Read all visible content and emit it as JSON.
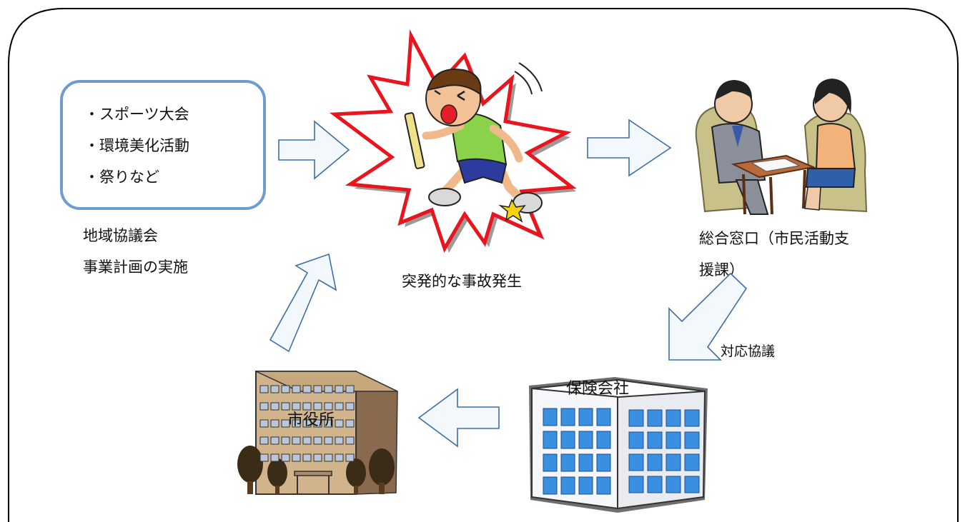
{
  "activities": {
    "items": [
      "・スポーツ大会",
      "・環境美化活動",
      "・祭りなど"
    ]
  },
  "council": {
    "lines": [
      "地域協議会",
      "事業計画の実施"
    ]
  },
  "accident": {
    "label": "突発的な事故発生"
  },
  "counter": {
    "lines": [
      "総合窓口（市民活動支",
      "援課）"
    ]
  },
  "negotiation": {
    "label": "対応協議"
  },
  "insurance": {
    "label": "保険会社"
  },
  "city_hall": {
    "label": "市役所"
  },
  "colors": {
    "box_border": "#6e9cd0",
    "arrow_fill": "#f3f8fc",
    "arrow_stroke": "#3d6ea8",
    "burst_red": "#e8141e"
  }
}
